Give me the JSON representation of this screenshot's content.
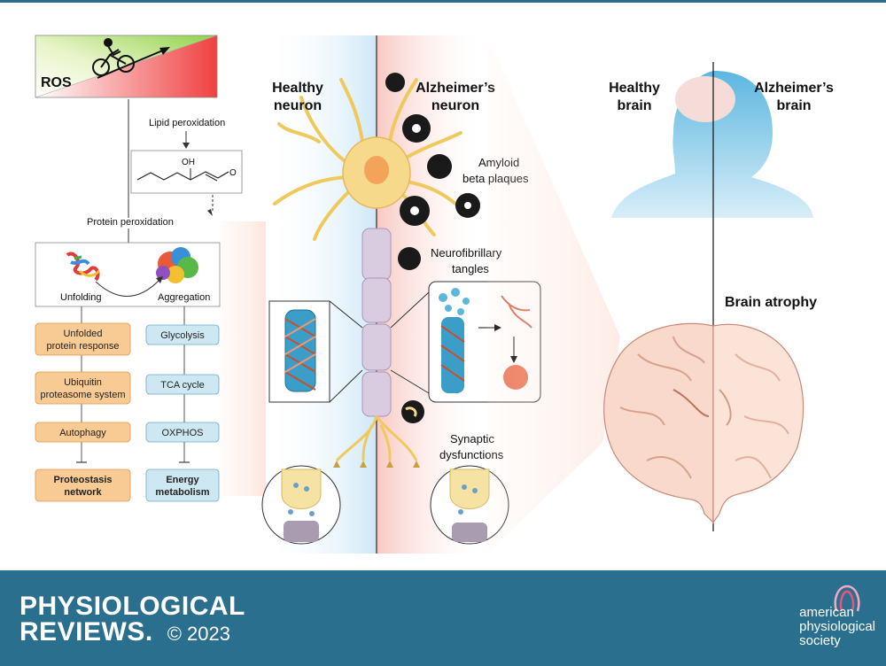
{
  "ros": {
    "label": "ROS"
  },
  "pathway": {
    "lipid_peroxidation": "Lipid peroxidation",
    "protein_peroxidation": "Protein peroxidation",
    "oh_label": "OH",
    "o_label": "O",
    "unfolding": "Unfolding",
    "aggregation": "Aggregation"
  },
  "proteostasis": {
    "items": [
      [
        "Unfolded",
        "protein response"
      ],
      [
        "Ubiquitin",
        "proteasome system"
      ],
      [
        "Autophagy"
      ]
    ],
    "result": [
      "Proteostasis",
      "network"
    ]
  },
  "energy": {
    "items": [
      [
        "Glycolysis"
      ],
      [
        "TCA cycle"
      ],
      [
        "OXPHOS"
      ]
    ],
    "result": [
      "Energy",
      "metabolism"
    ]
  },
  "neuron": {
    "healthy": [
      "Healthy",
      "neuron"
    ],
    "alzheimer": [
      "Alzheimer’s",
      "neuron"
    ],
    "amyloid": [
      "Amyloid",
      "beta plaques"
    ],
    "tangles": [
      "Neurofibrillary",
      "tangles"
    ],
    "synaptic": [
      "Synaptic",
      "dysfunctions"
    ]
  },
  "brain": {
    "healthy": [
      "Healthy",
      "brain"
    ],
    "alzheimer": [
      "Alzheimer’s",
      "brain"
    ],
    "atrophy": "Brain atrophy"
  },
  "footer": {
    "journal_line1": "PHYSIOLOGICAL",
    "journal_line2": "REVIEWS.",
    "copyright": "© 2023",
    "society": [
      "american",
      "physiological",
      "society"
    ]
  },
  "colors": {
    "footer_bg": "#2b6f8e",
    "orange_box": "#f9cb94",
    "blue_box": "#cde8f2",
    "neuron_body": "#f6d98b",
    "healthy_bg": "#dff0fa",
    "alz_bg": "#fbd9d6"
  }
}
